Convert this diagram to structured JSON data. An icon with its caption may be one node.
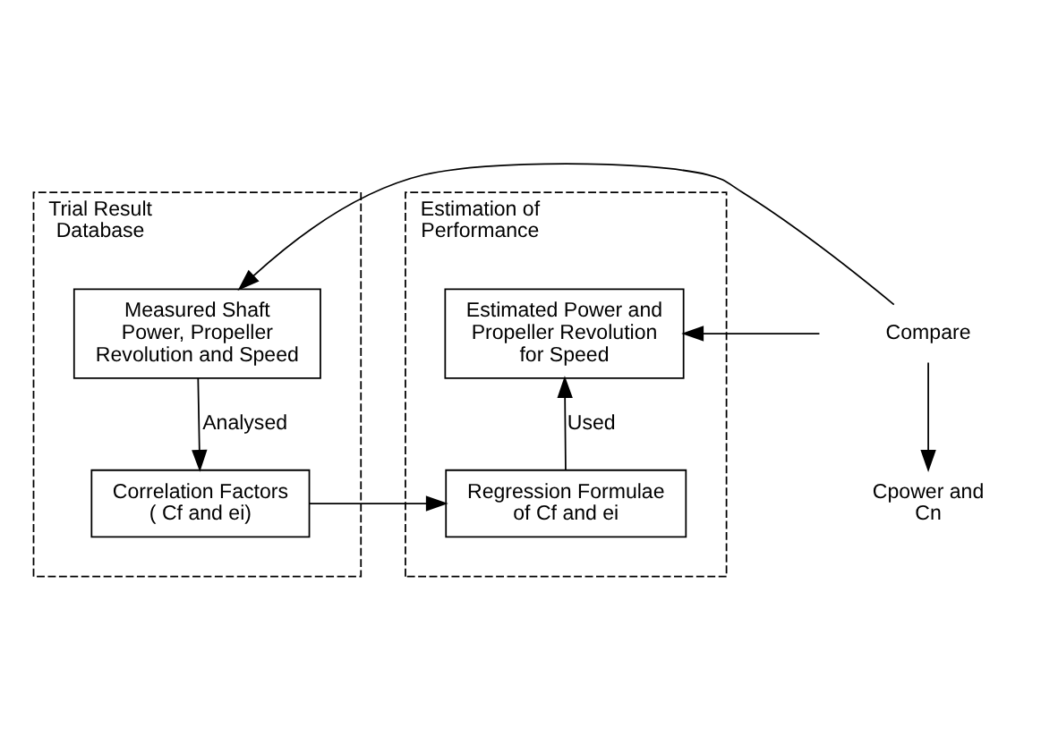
{
  "diagram": {
    "nodes": [
      {
        "text": [
          "Trial Result Database"
        ]
      },
      {
        "text": [
          "Measured Shaft Power, Propeller Revolution and Speed"
        ],
        "in": 0
      },
      {
        "text": [
          "Correlation Factors ( Cf and ei)"
        ],
        "in": 0
      },
      {
        "text": [
          "Estimation of Performance"
        ]
      },
      {
        "text": [
          "Estimated Power and Propeller Revolution for Speed"
        ],
        "in": 3
      },
      {
        "text": [
          "Regression Formulae of Cf and ei"
        ],
        "in": 3
      },
      {
        "text": [
          "Compare"
        ]
      },
      {
        "text": [
          "Cpower and Cn"
        ]
      }
    ],
    "edges": [
      {
        "from": 6,
        "to": 1,
        "arrow": "to"
      },
      {
        "from": 6,
        "to": 4,
        "arrow": "to"
      },
      {
        "from": 6,
        "to": 7,
        "arrow": "to"
      },
      {
        "from": 1,
        "to": 2,
        "arrow": "to",
        "label": "Analysed"
      },
      {
        "from": 2,
        "to": 5,
        "arrow": "to"
      },
      {
        "from": 5,
        "to": 4,
        "arrow": "to",
        "label": "Used"
      }
    ]
  }
}
